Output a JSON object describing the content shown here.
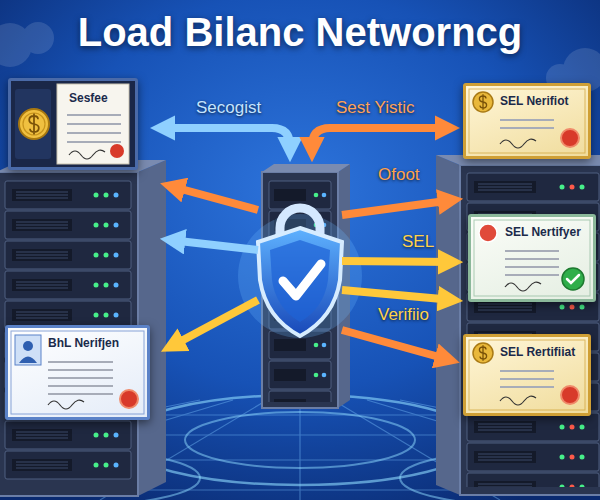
{
  "diagram": {
    "title": "Load Bilanc Networncg",
    "nodes": [
      {
        "text": [
          "Sesfee"
        ]
      },
      {
        "text": [
          "SEL Nerifiot"
        ]
      },
      {
        "text": [
          "SEL Nertifyer"
        ]
      },
      {
        "text": [
          "BhL Nerifjen"
        ]
      },
      {
        "text": [
          "SEL Rertifiiat"
        ]
      }
    ],
    "labels": [
      "Secogist",
      "Sest Yistic",
      "Ofoot",
      "SEL",
      "Verifiio"
    ]
  }
}
